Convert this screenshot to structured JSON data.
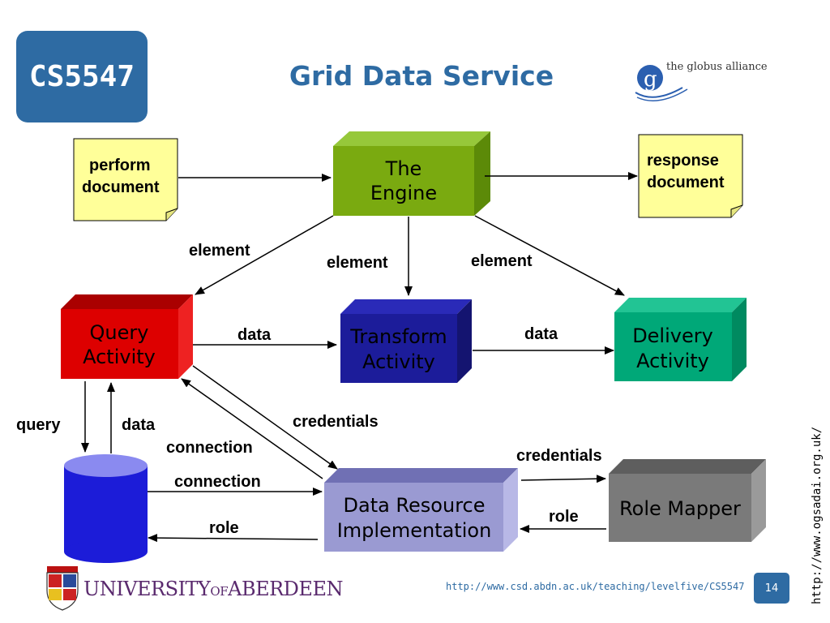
{
  "header": {
    "course_code": "CS5547",
    "title": "Grid Data Service",
    "partner_logo_text": "the globus alliance"
  },
  "diagram": {
    "notes": {
      "perform": [
        "perform",
        "document"
      ],
      "response": [
        "response",
        "document"
      ]
    },
    "boxes": {
      "engine": [
        "The",
        "Engine"
      ],
      "query": [
        "Query",
        "Activity"
      ],
      "transform": [
        "Transform",
        "Activity"
      ],
      "delivery": [
        "Delivery",
        "Activity"
      ],
      "data_resource": [
        "Data Resource",
        "Implementation"
      ],
      "role_mapper": [
        "Role Mapper"
      ]
    },
    "labels": {
      "element_left": "element",
      "element_mid": "element",
      "element_right": "element",
      "data_query_transform": "data",
      "data_transform_delivery": "data",
      "query": "query",
      "data_db": "data",
      "credentials_dr": "credentials",
      "connection_upper": "connection",
      "connection_lower": "connection",
      "credentials_role": "credentials",
      "role_right": "role",
      "role_left": "role"
    },
    "colors": {
      "engine": "#7aaa10",
      "query": "#dd0000",
      "transform": "#1c1c9a",
      "delivery": "#00a878",
      "data_resource": "#9a9ad2",
      "role_mapper": "#7a7a7a",
      "database": "#1c1cd8",
      "note": "#ffff99",
      "accent": "#2e6ba3"
    }
  },
  "footer": {
    "university": "UNIVERSITY OF ABERDEEN",
    "university_main1": "UNIVERSITY",
    "university_of": "OF",
    "university_main2": "ABERDEEN",
    "url": "http://www.csd.abdn.ac.uk/teaching/levelfive/CS5547",
    "page_number": "14",
    "side_url": "http://www.ogsadai.org.uk/"
  }
}
